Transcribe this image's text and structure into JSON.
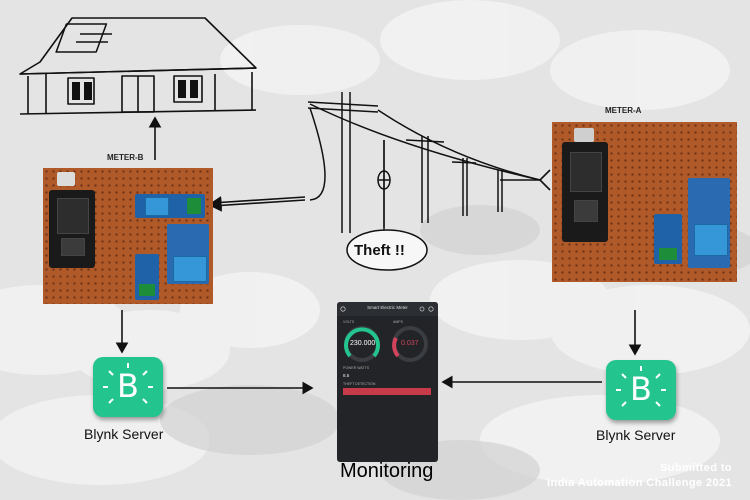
{
  "meters": {
    "a_label": "METER-A",
    "b_label": "METER-B"
  },
  "servers": {
    "left_label": "Blynk Server",
    "right_label": "Blynk Server",
    "logo_letter": "B"
  },
  "app": {
    "title": "Smart Electric Meter",
    "gauge1_label": "VOLTS",
    "gauge1_value": "230.000",
    "gauge2_label": "AMPS",
    "gauge2_value": "0.037",
    "field_label": "POWER WATTS",
    "field_value": "8.5",
    "bar_label": "THEFT DETECTION"
  },
  "theft_label": "Theft !!",
  "monitoring_label": "Monitoring",
  "footer": {
    "line1": "Submitted to",
    "line2": "India Automation Challenge 2021"
  },
  "colors": {
    "blynk_green": "#23c48e",
    "board_copper": "#b05a2a",
    "gauge_green": "#23c48e",
    "gauge_red": "#d3435c"
  }
}
